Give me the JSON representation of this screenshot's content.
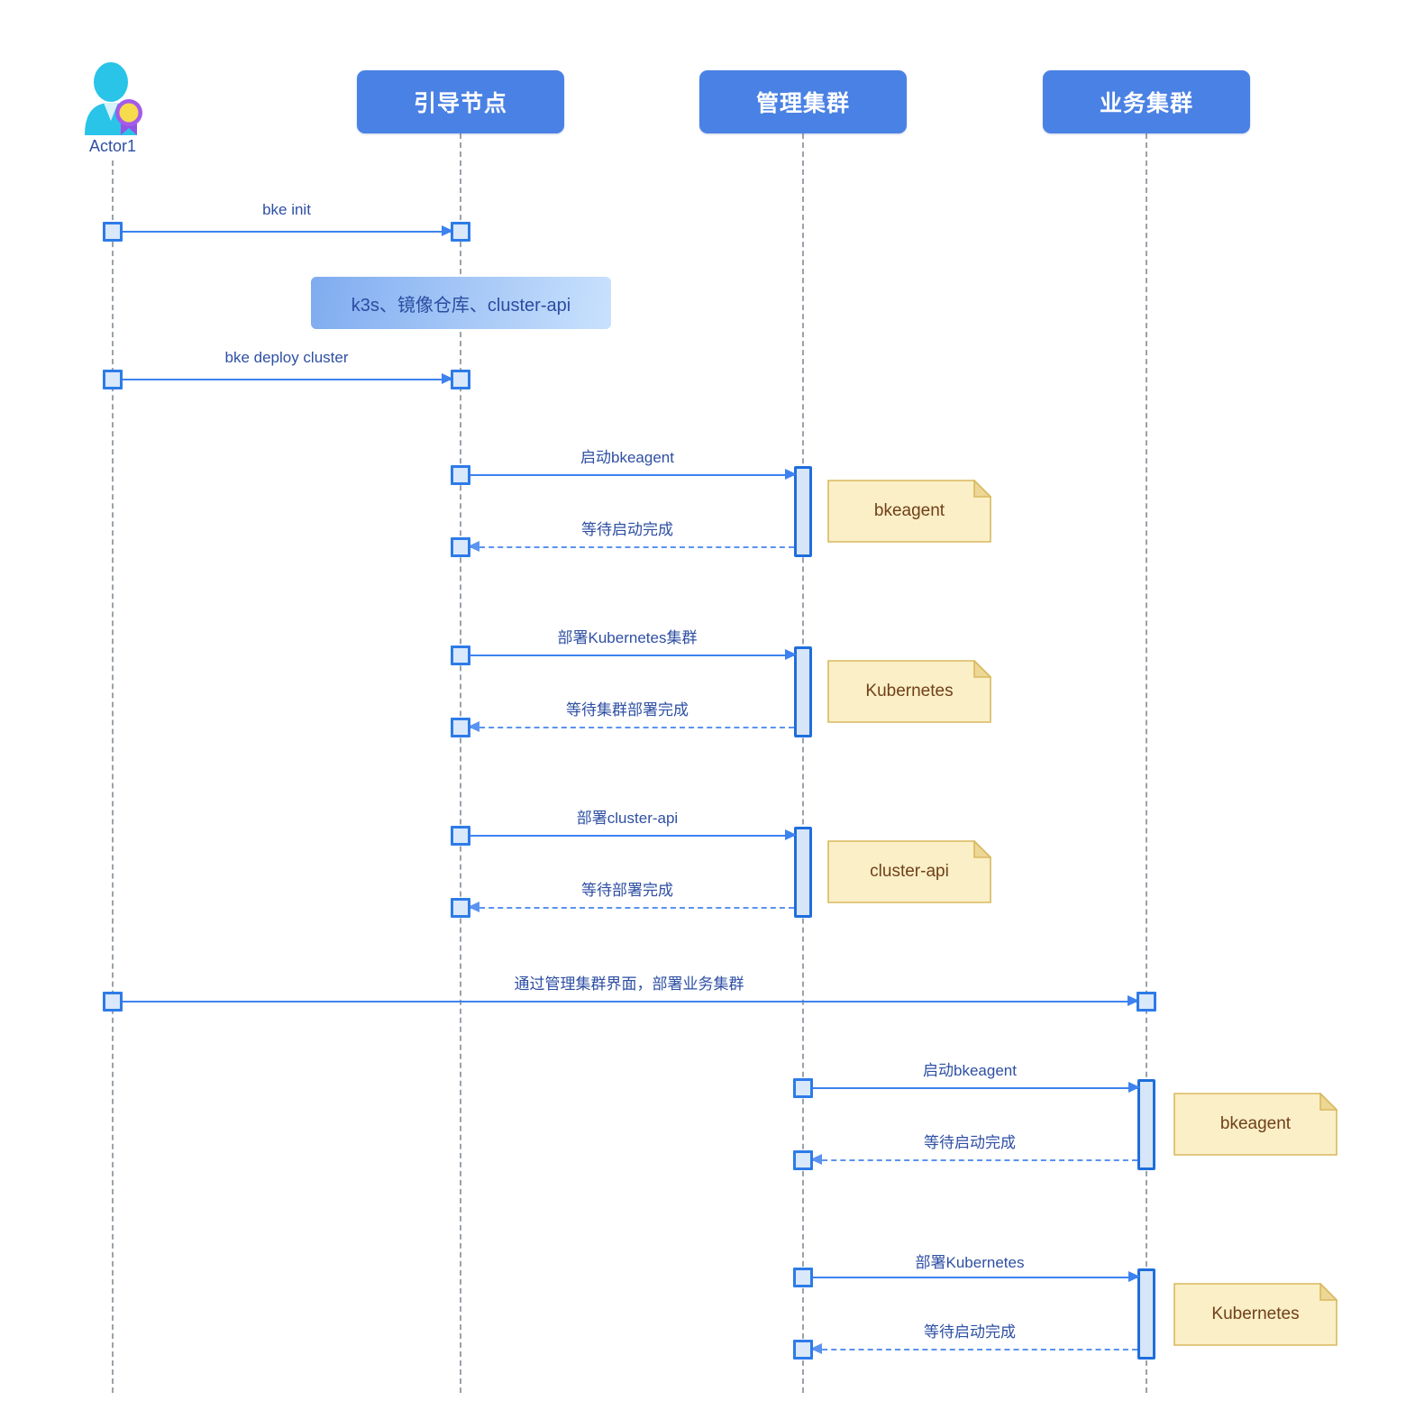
{
  "diagram": {
    "title_hint": "BKE cluster deployment sequence diagram",
    "actor": {
      "name": "Actor1"
    },
    "participants": [
      {
        "id": "boot-node",
        "label": "引导节点"
      },
      {
        "id": "mgmt-cluster",
        "label": "管理集群"
      },
      {
        "id": "biz-cluster",
        "label": "业务集群"
      }
    ],
    "messages": [
      {
        "label": "bke init",
        "type": "solid",
        "from": "Actor1",
        "to": "引导节点"
      },
      {
        "label": "bke deploy cluster",
        "type": "solid",
        "from": "Actor1",
        "to": "引导节点"
      },
      {
        "label": "启动bkeagent",
        "type": "solid",
        "from": "引导节点",
        "to": "管理集群"
      },
      {
        "label": "等待启动完成",
        "type": "dashed",
        "from": "管理集群",
        "to": "引导节点"
      },
      {
        "label": "部署Kubernetes集群",
        "type": "solid",
        "from": "引导节点",
        "to": "管理集群"
      },
      {
        "label": "等待集群部署完成",
        "type": "dashed",
        "from": "管理集群",
        "to": "引导节点"
      },
      {
        "label": "部署cluster-api",
        "type": "solid",
        "from": "引导节点",
        "to": "管理集群"
      },
      {
        "label": "等待部署完成",
        "type": "dashed",
        "from": "管理集群",
        "to": "引导节点"
      },
      {
        "label": "通过管理集群界面，部署业务集群",
        "type": "solid",
        "from": "Actor1",
        "to": "业务集群"
      },
      {
        "label": "启动bkeagent",
        "type": "solid",
        "from": "管理集群",
        "to": "业务集群"
      },
      {
        "label": "等待启动完成",
        "type": "dashed",
        "from": "业务集群",
        "to": "管理集群"
      },
      {
        "label": "部署Kubernetes",
        "type": "solid",
        "from": "管理集群",
        "to": "业务集群"
      },
      {
        "label": "等待启动完成",
        "type": "dashed",
        "from": "业务集群",
        "to": "管理集群"
      }
    ],
    "notes": {
      "blue": {
        "text": "k3s、镜像仓库、cluster-api"
      },
      "yellow": [
        {
          "text": "bkeagent"
        },
        {
          "text": "Kubernetes"
        },
        {
          "text": "cluster-api"
        },
        {
          "text": "bkeagent"
        },
        {
          "text": "Kubernetes"
        }
      ]
    },
    "colors": {
      "participant_fill": "#4a81e4",
      "participant_text": "#ffffff",
      "solid_arrow": "#3d82f0",
      "dashed_arrow": "#5b93f0",
      "label_text": "#2e4fa3",
      "lifeline": "#9aa2aa",
      "activation_fill": "#d7e5f8",
      "activation_border": "#1e6edc",
      "square_fill": "#d9e8fa",
      "square_border": "#2d7be8",
      "note_blue_start": "#7facf0",
      "note_blue_end": "#c9e1fd",
      "note_yellow_fill": "#faefc7",
      "note_yellow_border": "#d9b95e",
      "note_yellow_fold": "#ecd795",
      "note_yellow_text": "#70401a",
      "actor_cyan": "#29c4e8",
      "badge_purple": "#a45be9",
      "badge_yellow": "#f6db4d"
    }
  }
}
